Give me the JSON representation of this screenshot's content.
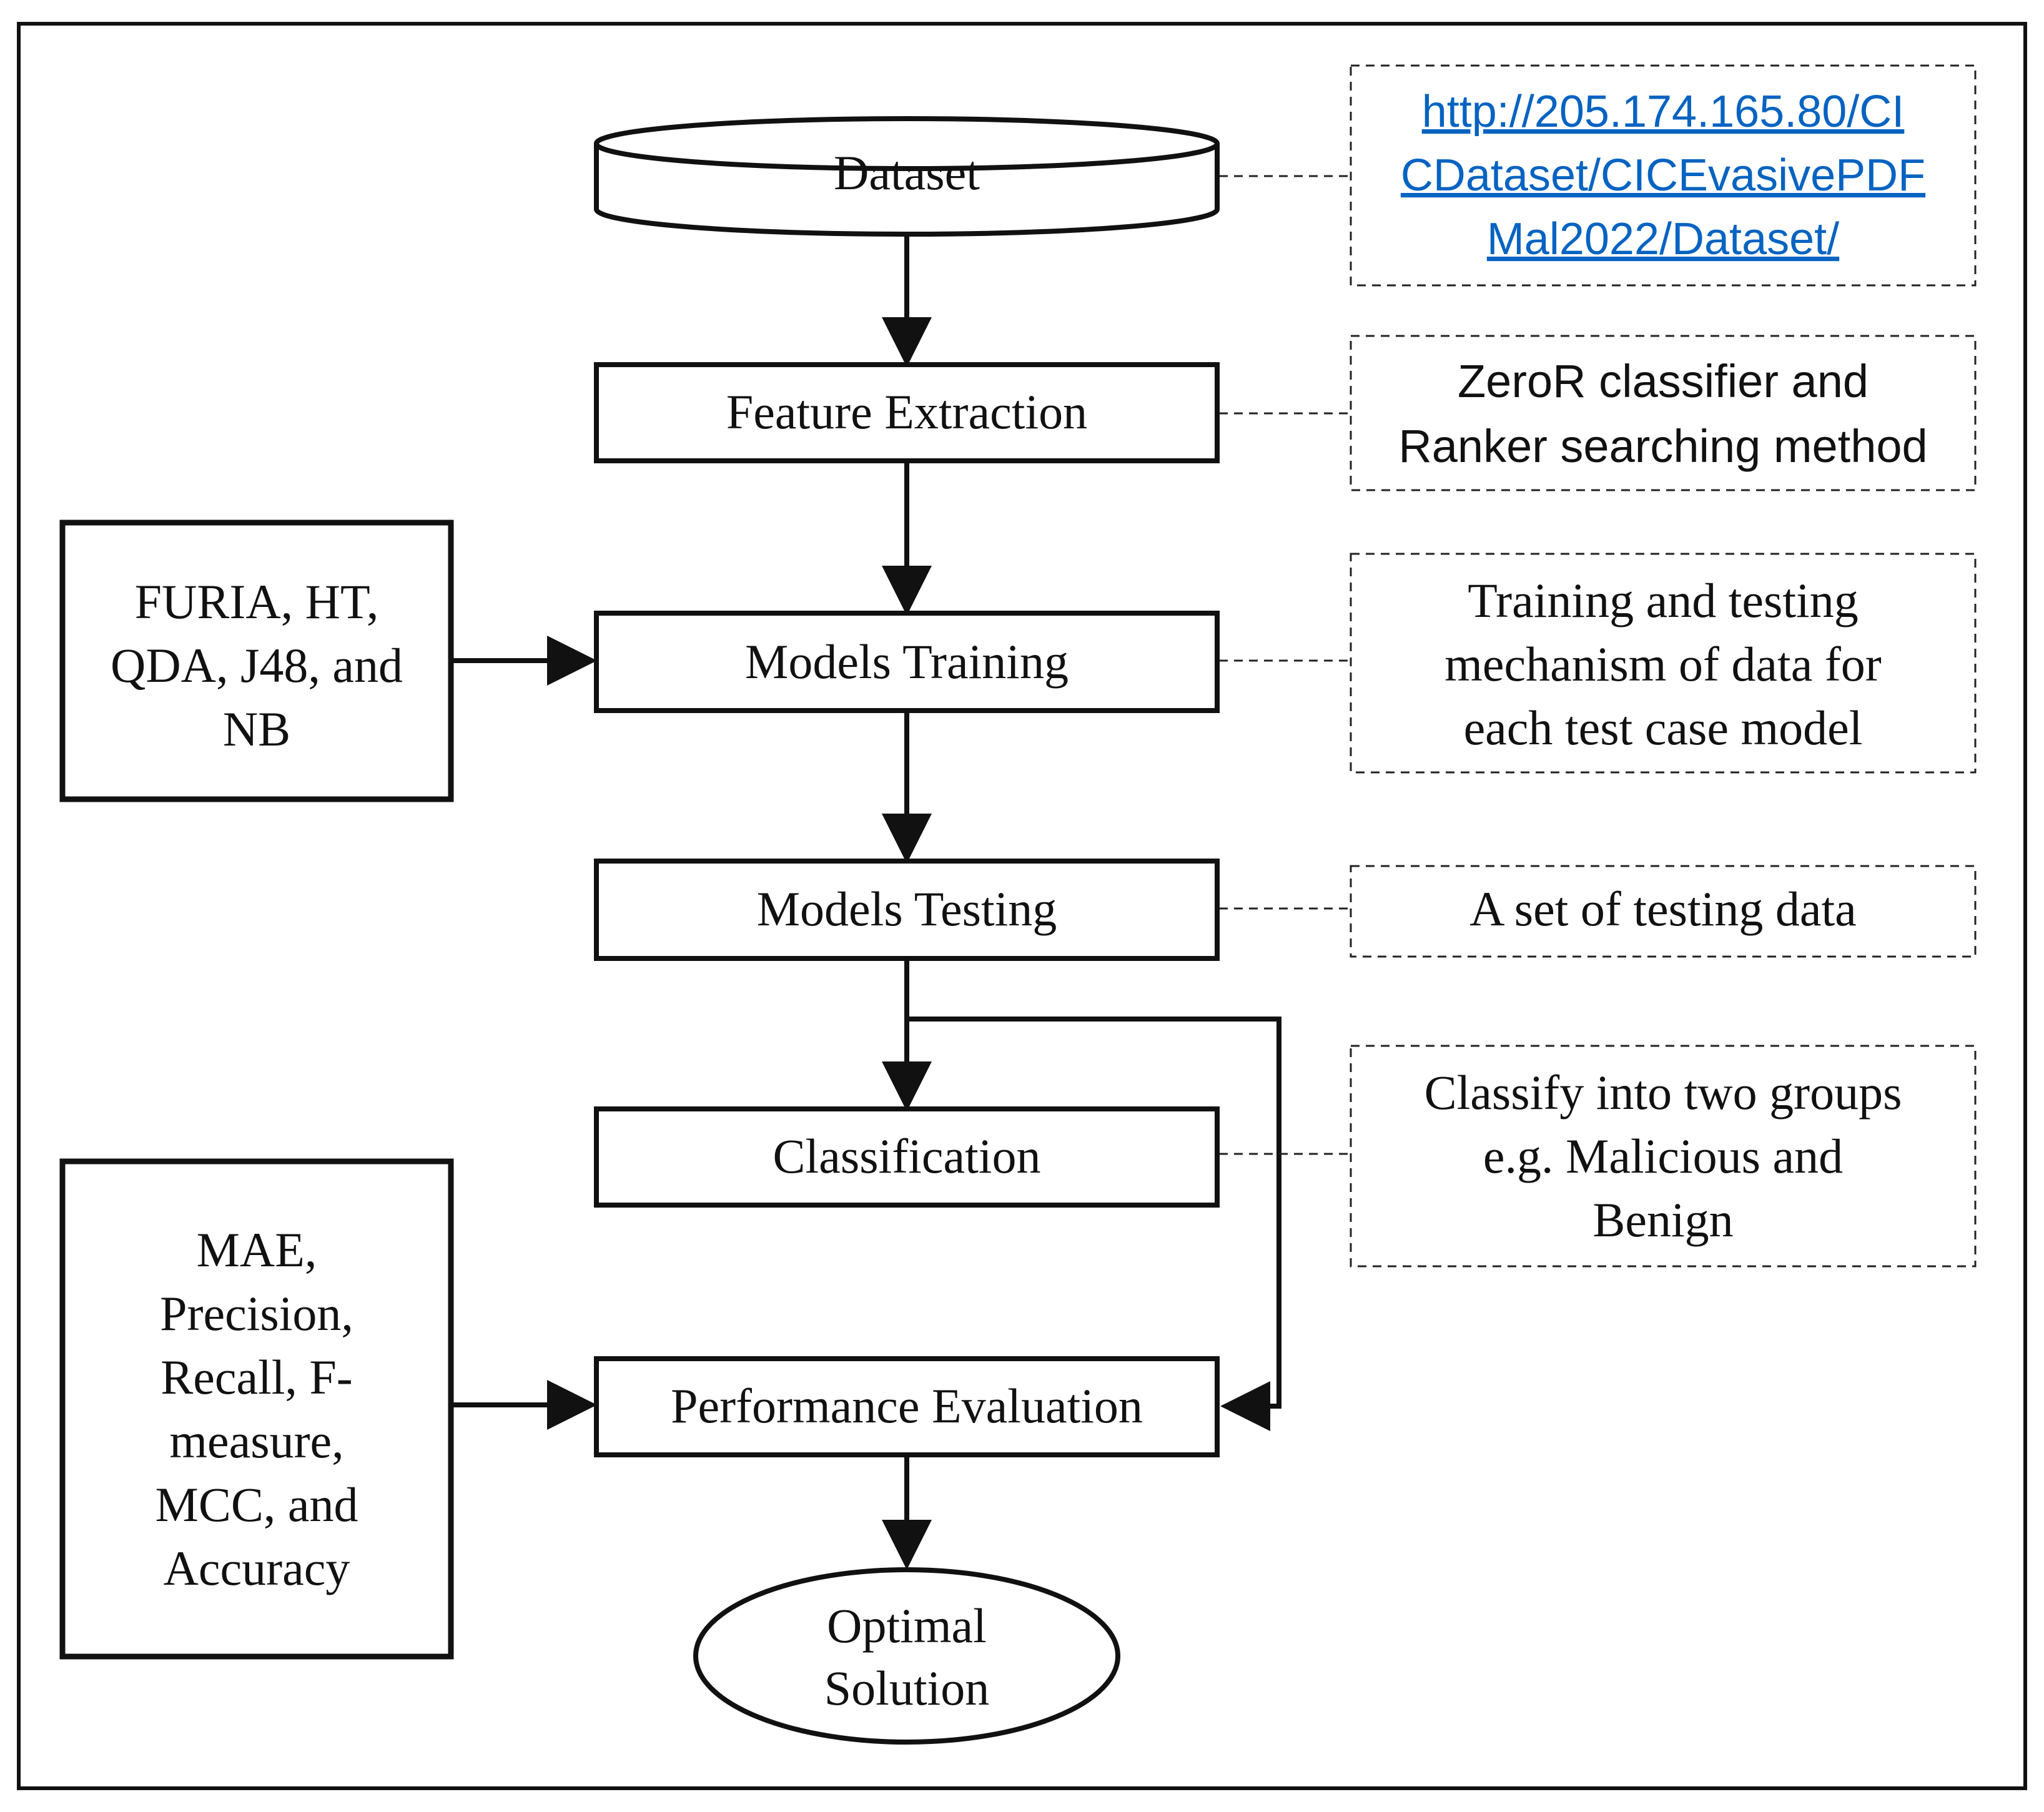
{
  "diagram": {
    "nodes": {
      "dataset": "Dataset",
      "feature_extraction": "Feature Extraction",
      "models_training": "Models Training",
      "models_testing": "Models Testing",
      "classification": "Classification",
      "performance_evaluation": "Performance Evaluation",
      "optimal_solution": [
        "Optimal",
        "Solution"
      ]
    },
    "inputs": {
      "algorithms": [
        "FURIA, HT,",
        "QDA, J48, and",
        "NB"
      ],
      "metrics": [
        "MAE,",
        "Precision,",
        "Recall, F-",
        "measure,",
        "MCC, and",
        "Accuracy"
      ]
    },
    "notes": {
      "dataset_link": [
        "http://205.174.165.80/CI",
        "CDataset/CICEvasivePDF",
        "Mal2022/Dataset/"
      ],
      "feature_extraction": [
        "ZeroR classifier and",
        "Ranker searching method"
      ],
      "models_training": [
        "Training and testing",
        "mechanism of data for",
        "each test case model"
      ],
      "models_testing": [
        "A set of testing data"
      ],
      "classification": [
        "Classify into two groups",
        "e.g. Malicious and",
        "Benign"
      ]
    },
    "colors": {
      "stroke": "#111111",
      "link": "#0563C1",
      "background": "#ffffff"
    }
  }
}
